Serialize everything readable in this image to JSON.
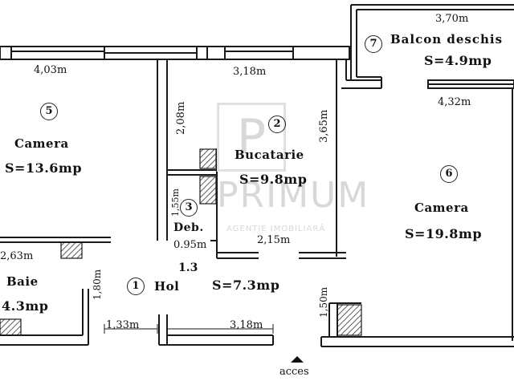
{
  "rooms": {
    "camera_left": {
      "number": "5",
      "name": "Camera",
      "area": "S=13.6mp"
    },
    "bucatarie": {
      "number": "2",
      "name": "Bucatarie",
      "area": "S=9.8mp"
    },
    "deb": {
      "number": "3",
      "name": "Deb."
    },
    "balcon": {
      "number": "7",
      "name": "Balcon deschis",
      "area": "S=4.9mp"
    },
    "camera_right": {
      "number": "6",
      "name": "Camera",
      "area": "S=19.8mp"
    },
    "baie": {
      "name": "Baie",
      "area": "4.3mp"
    },
    "hol": {
      "number": "1",
      "name": "Hol",
      "area": "S=7.3mp"
    }
  },
  "dimensions": {
    "camera_left_width": "4,03m",
    "bucatarie_top": "3,18m",
    "bucatarie_left": "2,08m",
    "bucatarie_right": "3,65m",
    "bucatarie_bottom": "2,15m",
    "balcon_top": "3,70m",
    "camera_right_top": "4,32m",
    "deb_side": "1,55m",
    "deb_width": "0.95m",
    "deb_extra": "1.3",
    "baie_top": "2,63m",
    "baie_side": "1,80m",
    "hol_left": "1,33m",
    "hol_bottom": "3,18m",
    "entry_side": "1,50m"
  },
  "entry": {
    "label": "acces"
  },
  "watermark": {
    "logo": "P",
    "word": "PRIMUM",
    "tagline": "AGENȚIE IMOBILIARĂ"
  },
  "colors": {
    "wall": "#1a1a1a",
    "hatch": "#333333"
  }
}
